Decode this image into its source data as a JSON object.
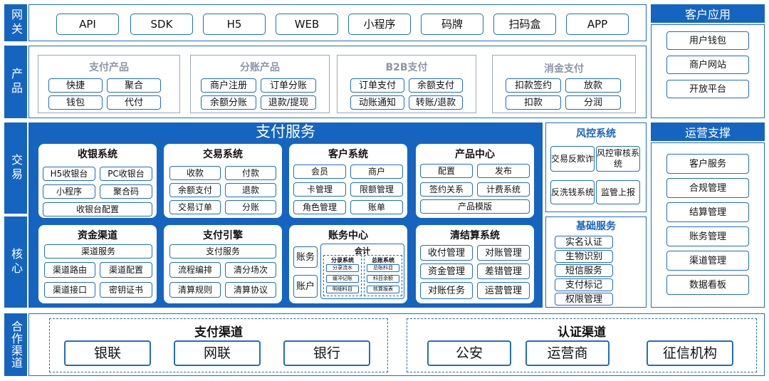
{
  "sidebar": {
    "gateway": "网关",
    "product": "产品",
    "trade": "交易",
    "core": "核心",
    "partner": "合作渠道"
  },
  "gateway": [
    "API",
    "SDK",
    "H5",
    "WEB",
    "小程序",
    "码牌",
    "扫码盒",
    "APP"
  ],
  "products": {
    "pay": {
      "title": "支付产品",
      "items": [
        "快捷",
        "聚合",
        "钱包",
        "代付"
      ]
    },
    "split": {
      "title": "分账产品",
      "items": [
        "商户注册",
        "订单分账",
        "余额分账",
        "退款/提现"
      ]
    },
    "b2b": {
      "title": "B2B支付",
      "items": [
        "订单支付",
        "余额支付",
        "动账通知",
        "转账/退款"
      ]
    },
    "consume": {
      "title": "消金支付",
      "items": [
        "扣款签约",
        "放款",
        "扣款",
        "分润"
      ]
    }
  },
  "payment_service": {
    "title": "支付服务",
    "cashier": {
      "title": "收银系统",
      "items": [
        "H5收银台",
        "PC收银台",
        "小程序",
        "聚合码",
        "收银台配置"
      ]
    },
    "trade_sys": {
      "title": "交易系统",
      "items": [
        "收款",
        "付款",
        "余额支付",
        "退款",
        "交易订单",
        "分账"
      ]
    },
    "customer": {
      "title": "客户系统",
      "items": [
        "会员",
        "商户",
        "卡管理",
        "限额管理",
        "角色管理",
        "账单"
      ]
    },
    "product_center": {
      "title": "产品中心",
      "items": [
        "配置",
        "发布",
        "签约关系",
        "计费系统",
        "产品模版"
      ]
    },
    "fund": {
      "title": "资金渠道",
      "items": [
        "渠道服务",
        "渠道路由",
        "渠道配置",
        "渠道接口",
        "密钥证书"
      ]
    },
    "engine": {
      "title": "支付引擎",
      "items": [
        "支付服务",
        "流程编排",
        "清分场次",
        "清算规则",
        "清算协议"
      ]
    },
    "accounting": {
      "title": "账务中心",
      "left": [
        "账务",
        "账户"
      ],
      "acc_title": "会计",
      "sub_title": "分录系统",
      "sub_items": [
        "分录流水",
        "缓冲记账",
        "明细科目"
      ],
      "gl_title": "总账系统",
      "gl_items": [
        "总账科目",
        "科目余额",
        "核算报表"
      ]
    },
    "settlement": {
      "title": "清结算系统",
      "items": [
        "收付管理",
        "对账管理",
        "资金管理",
        "差错管理",
        "对账任务",
        "运营管理"
      ]
    }
  },
  "customer_apps": {
    "title": "客户应用",
    "items": [
      "用户钱包",
      "商户网站",
      "开放平台"
    ]
  },
  "risk": {
    "title": "风控系统",
    "items": [
      "交易反欺诈",
      "风控审核系统",
      "反洗钱系统",
      "监管上报"
    ]
  },
  "basic": {
    "title": "基础服务",
    "items": [
      "实名认证",
      "生物识别",
      "短信服务",
      "支付标记",
      "权限管理"
    ]
  },
  "ops": {
    "title": "运营支撑",
    "items": [
      "客户服务",
      "合规管理",
      "结算管理",
      "账务管理",
      "渠道管理",
      "数据看板"
    ]
  },
  "partners": {
    "pay_channel": {
      "title": "支付渠道",
      "items": [
        "银联",
        "网联",
        "银行"
      ]
    },
    "auth_channel": {
      "title": "认证渠道",
      "items": [
        "公安",
        "运营商",
        "征信机构"
      ]
    }
  },
  "colors": {
    "primary": "#1565c0",
    "border": "#1f6fc0"
  }
}
